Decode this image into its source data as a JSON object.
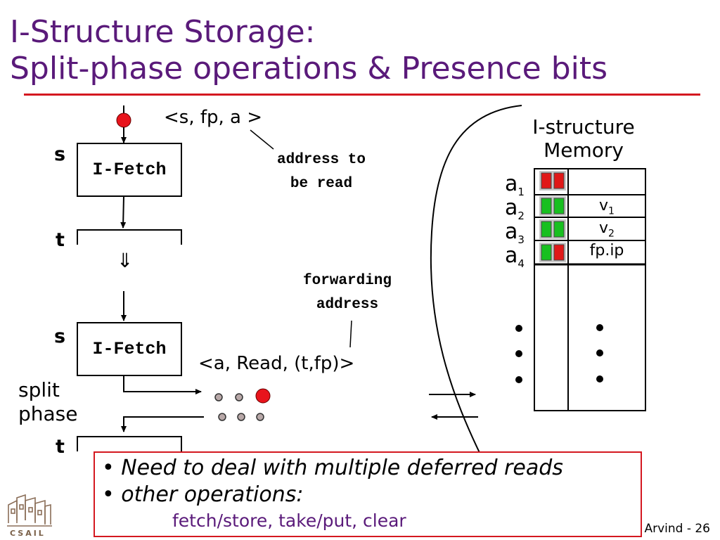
{
  "title": {
    "line1": "I-Structure Storage:",
    "line2": "Split-phase operations & Presence bits"
  },
  "top_token": "<s, fp, a >",
  "labels": {
    "s1": "s",
    "t1": "t",
    "s2": "s",
    "t2": "t",
    "implies_arrow": "⇓",
    "split_phase_line1": "split",
    "split_phase_line2": "phase"
  },
  "fetch_box_label": "I-Fetch",
  "notes": {
    "address_line1": "address to",
    "address_line2": "be read",
    "forwarding_line1": "forwarding",
    "forwarding_line2": "address"
  },
  "read_token": "<a, Read, (t,fp)>",
  "memory": {
    "title_line1": "I-structure",
    "title_line2": "Memory",
    "rows": [
      {
        "label": "a",
        "sub": "1",
        "bits": [
          "red",
          "red"
        ],
        "value": "",
        "value_sub": ""
      },
      {
        "label": "a",
        "sub": "2",
        "bits": [
          "green",
          "green"
        ],
        "value": "v",
        "value_sub": "1"
      },
      {
        "label": "a",
        "sub": "3",
        "bits": [
          "green",
          "green"
        ],
        "value": "v",
        "value_sub": "2"
      },
      {
        "label": "a",
        "sub": "4",
        "bits": [
          "green",
          "red"
        ],
        "value": "fp.ip",
        "value_sub": ""
      }
    ],
    "ellipsis": "•"
  },
  "info": {
    "bullet1": "• Need to deal with multiple deferred reads",
    "bullet2": "• other operations:",
    "sub_operations": "fetch/store, take/put, clear"
  },
  "footer": "Arvind - 26",
  "logo_text": "CSAIL",
  "colors": {
    "title": "#5a1a7a",
    "rule": "#d41820",
    "token_red": "#e8141c",
    "presence_red": "#e01818",
    "presence_green": "#18c020",
    "gray_dot": "#b8a8a8"
  }
}
